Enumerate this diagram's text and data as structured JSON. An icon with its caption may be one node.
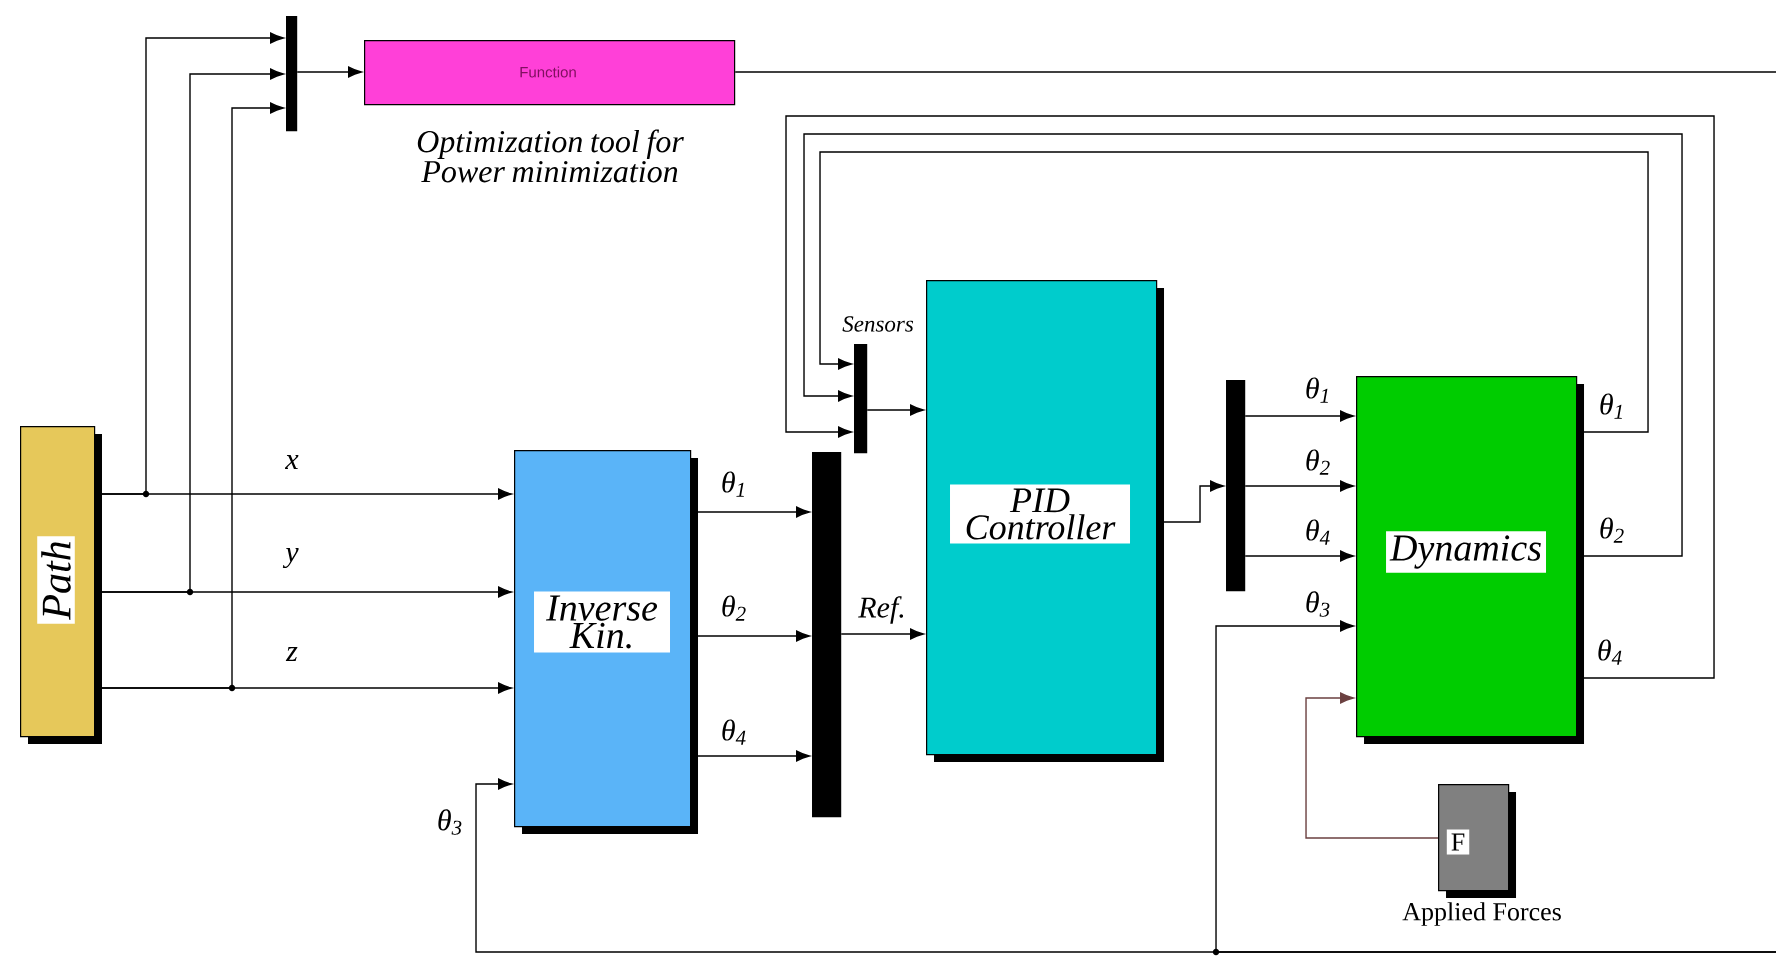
{
  "diagram": {
    "nodes": [
      {
        "text": [
          "Path"
        ]
      },
      {
        "text": [],
        "shape": "bar"
      },
      {
        "text": [
          "Function"
        ],
        "beside": [
          "Optimization tool for Power minimization"
        ]
      },
      {
        "text": [
          "Inverse Kin."
        ]
      },
      {
        "text": [],
        "shape": "bar"
      },
      {
        "text": [],
        "shape": "bar",
        "beside": [
          "Sensors"
        ]
      },
      {
        "text": [
          "PID Controller"
        ]
      },
      {
        "text": [],
        "shape": "bar"
      },
      {
        "text": [
          "Dynamics"
        ]
      },
      {
        "text": [
          "F"
        ],
        "beside": [
          "Applied Forces"
        ]
      }
    ],
    "edges": [
      {
        "from": 0,
        "to": 3,
        "arrow": "to",
        "label": "x"
      },
      {
        "from": 0,
        "to": 3,
        "arrow": "to",
        "label": "y"
      },
      {
        "from": 0,
        "to": 3,
        "arrow": "to",
        "label": "z"
      },
      {
        "from": 0,
        "to": 1,
        "arrow": "to"
      },
      {
        "from": 0,
        "to": 1,
        "arrow": "to"
      },
      {
        "from": 0,
        "to": 1,
        "arrow": "to"
      },
      {
        "from": 1,
        "to": 2,
        "arrow": "to"
      },
      {
        "from": 2,
        "to": null,
        "arrow": "none"
      },
      {
        "from": 3,
        "to": 4,
        "arrow": "to",
        "label": "θ$_{1}$"
      },
      {
        "from": 3,
        "to": 4,
        "arrow": "to",
        "label": "θ$_{2}$"
      },
      {
        "from": 3,
        "to": 4,
        "arrow": "to",
        "label": "θ$_{4}$"
      },
      {
        "from": 4,
        "to": 6,
        "arrow": "to",
        "label": "Ref."
      },
      {
        "from": 5,
        "to": 6,
        "arrow": "to"
      },
      {
        "from": 8,
        "to": 5,
        "arrow": "to",
        "label": "θ$_{1}$"
      },
      {
        "from": 8,
        "to": 5,
        "arrow": "to",
        "label": "θ$_{2}$"
      },
      {
        "from": 8,
        "to": 5,
        "arrow": "to",
        "label": "θ$_{4}$"
      },
      {
        "from": 6,
        "to": 7,
        "arrow": "to"
      },
      {
        "from": 7,
        "to": 8,
        "arrow": "to",
        "label": "θ$_{1}$"
      },
      {
        "from": 7,
        "to": 8,
        "arrow": "to",
        "label": "θ$_{2}$"
      },
      {
        "from": 7,
        "to": 8,
        "arrow": "to",
        "label": "θ$_{4}$"
      },
      {
        "from": null,
        "to": 3,
        "arrow": "to",
        "label": "θ$_{3}$"
      },
      {
        "from": null,
        "to": 8,
        "arrow": "to",
        "label": "θ$_{3}$"
      },
      {
        "from": 9,
        "to": 8,
        "arrow": "to",
        "color": "#6b4040"
      }
    ]
  }
}
